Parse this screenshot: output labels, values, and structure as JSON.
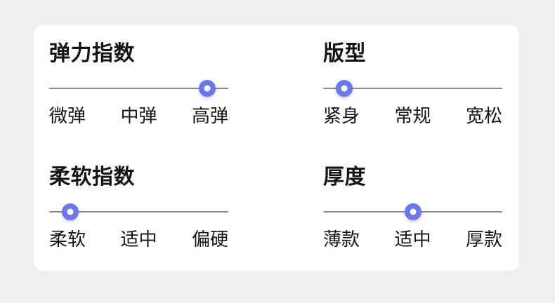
{
  "card": {
    "colors": {
      "page_background": "#efefef",
      "card_background": "#ffffff",
      "text": "#141414",
      "track": "#8c8c8c",
      "knob": "#6877ec",
      "knob_inner": "#ffffff"
    },
    "panels": [
      {
        "id": "elasticity",
        "title": "弹力指数",
        "options": [
          "微弹",
          "中弹",
          "高弹"
        ],
        "selected_index": 2,
        "selected_label": "高弹"
      },
      {
        "id": "fit",
        "title": "版型",
        "options": [
          "紧身",
          "常规",
          "宽松"
        ],
        "selected_index": 0,
        "selected_label": "紧身"
      },
      {
        "id": "softness",
        "title": "柔软指数",
        "options": [
          "柔软",
          "适中",
          "偏硬"
        ],
        "selected_index": 0,
        "selected_label": "柔软"
      },
      {
        "id": "thickness",
        "title": "厚度",
        "options": [
          "薄款",
          "适中",
          "厚款"
        ],
        "selected_index": 1,
        "selected_label": "适中"
      }
    ]
  }
}
